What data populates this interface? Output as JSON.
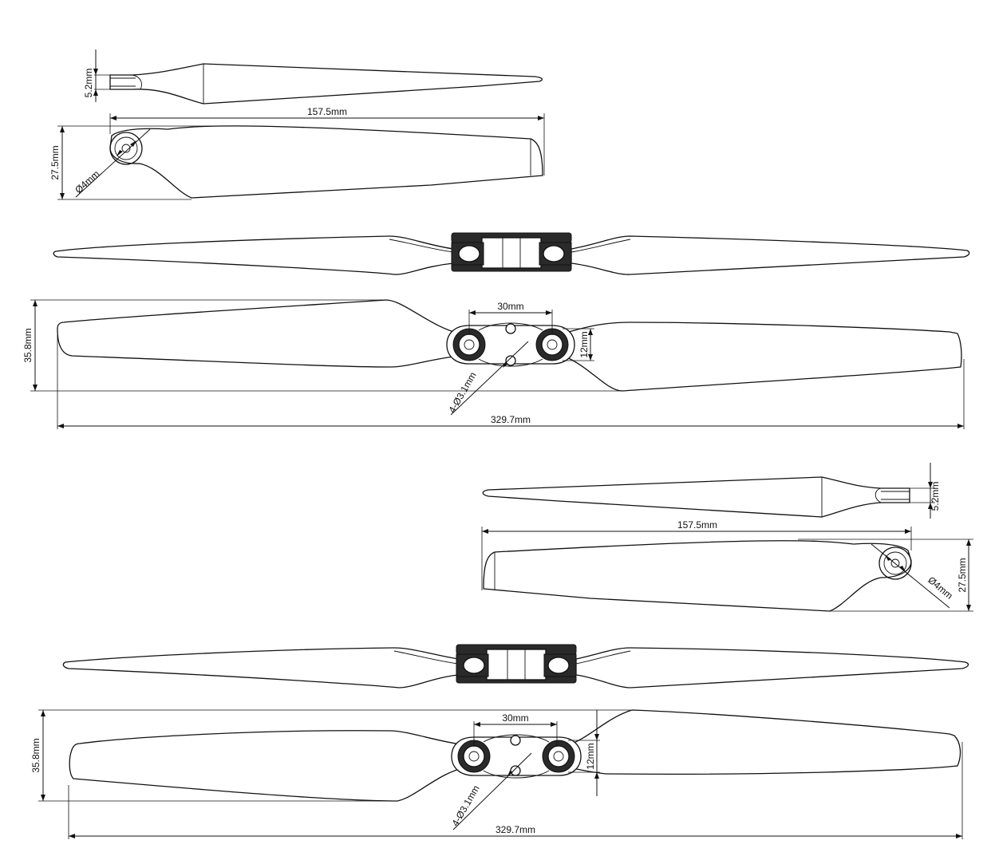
{
  "colors": {
    "line": "#111111",
    "background": "#ffffff",
    "hub_dark": "#2a2a2a"
  },
  "top_set": {
    "side_view": {
      "thickness_label": "5.2mm"
    },
    "blade_view": {
      "length_label": "157.5mm",
      "width_label": "27.5mm",
      "hole_label": "Ø4mm"
    },
    "plan_view": {
      "hub_spacing_label": "30mm",
      "hub_width_label": "12mm",
      "holes_label": "4-Ø3.1mm",
      "height_label": "35.8mm",
      "total_length_label": "329.7mm"
    }
  },
  "bottom_set": {
    "side_view": {
      "thickness_label": "5.2mm"
    },
    "blade_view": {
      "length_label": "157.5mm",
      "width_label": "27.5mm",
      "hole_label": "Ø4mm"
    },
    "plan_view": {
      "hub_spacing_label": "30mm",
      "hub_width_label": "12mm",
      "holes_label": "4-Ø3.1mm",
      "height_label": "35.8mm",
      "total_length_label": "329.7mm"
    }
  }
}
